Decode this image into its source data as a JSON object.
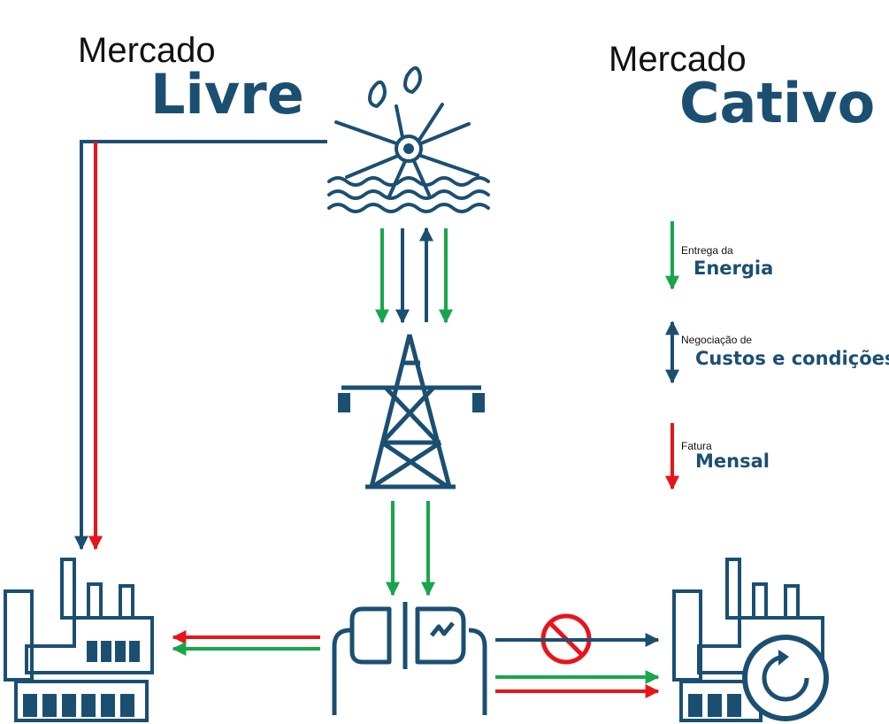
{
  "colors": {
    "navy": "#1b4f72",
    "green": "#19a64a",
    "red": "#e8141b",
    "black": "#111111"
  },
  "headings": {
    "livre": {
      "small": "Mercado",
      "big": "Livre"
    },
    "cativo": {
      "small": "Mercado",
      "big": "Cativo"
    }
  },
  "legend": [
    {
      "small": "Entrega da",
      "big": "Energia",
      "color": "green",
      "arrow": "down"
    },
    {
      "small": "Negociação de",
      "big": "Custos e condições",
      "color": "navy",
      "arrow": "both"
    },
    {
      "small": "Fatura",
      "big": "Mensal",
      "color": "red",
      "arrow": "down"
    }
  ],
  "icons": {
    "generation": "hydro-wind-generation-icon",
    "transmission": "transmission-tower-icon",
    "distribution": "power-plug-connection-icon",
    "free_consumer": "factory-icon",
    "captive_consumer": "factory-with-cycle-icon",
    "prohibited": "prohibited-sign-icon"
  }
}
